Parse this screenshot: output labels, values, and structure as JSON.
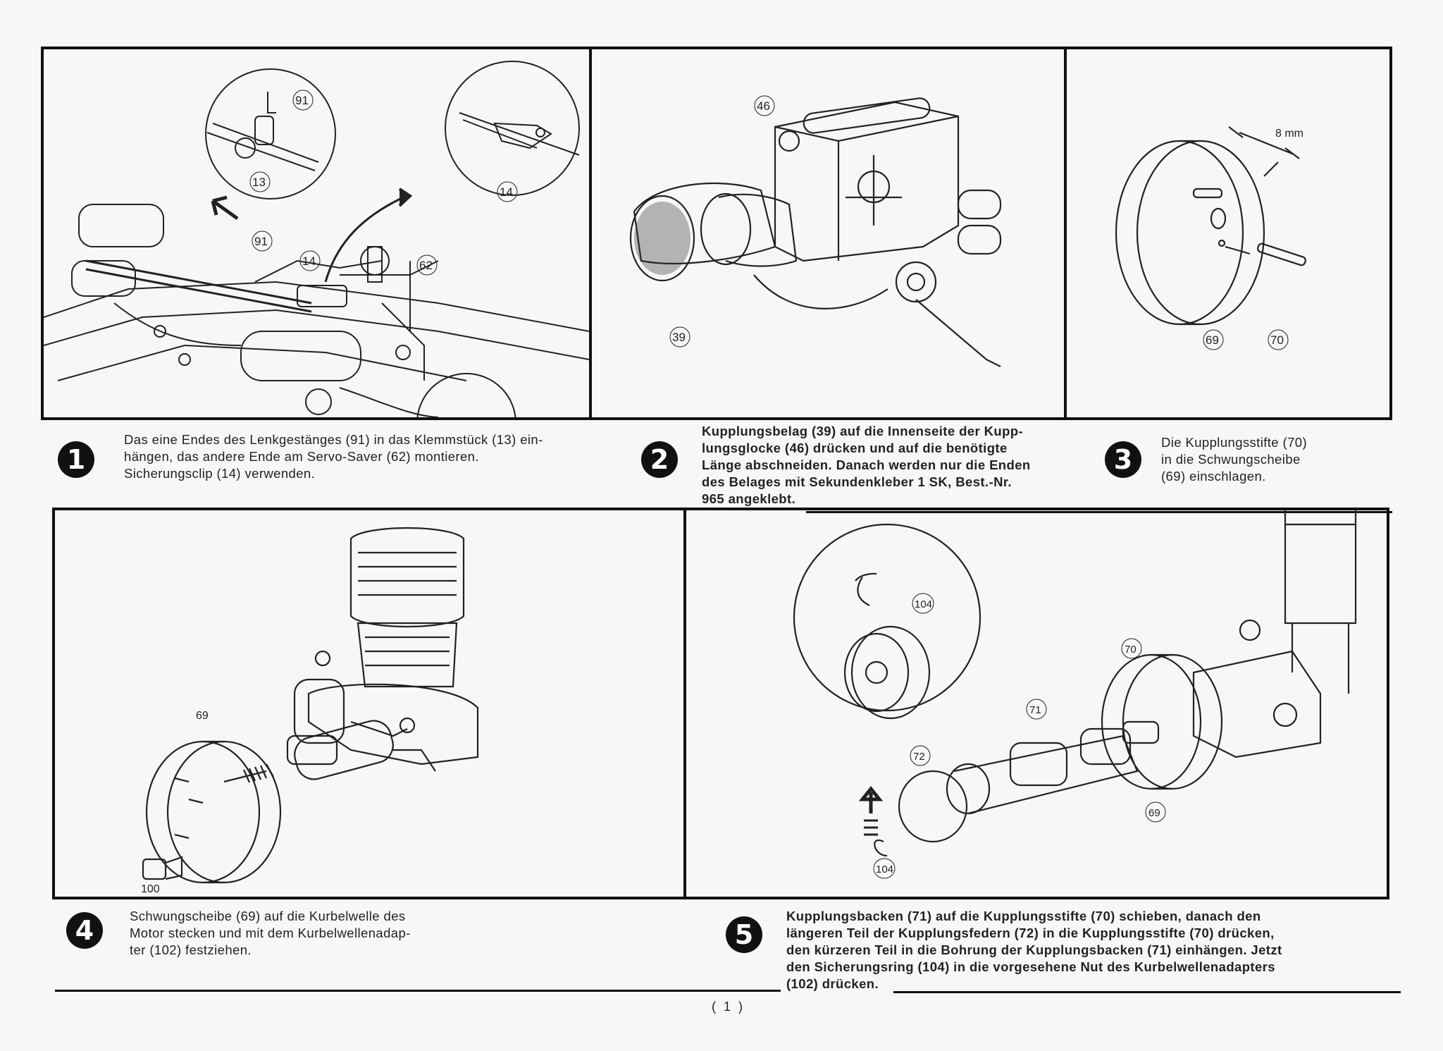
{
  "steps": [
    {
      "number": "1",
      "text": "Das eine Endes des Lenkgestänges (91) in das Klemmstück (13) ein-\nhängen, das andere Ende am Servo-Saver (62) montieren.\nSicherungsclip (14) verwenden.",
      "part_labels": [
        "91",
        "13",
        "14",
        "91",
        "14",
        "62"
      ]
    },
    {
      "number": "2",
      "text": "Kupplungsbelag (39) auf die Innenseite der Kupp-\nlungsglocke (46) drücken und auf die benötigte\nLänge abschneiden. Danach werden nur die Enden\ndes Belages mit Sekundenkleber 1 SK, Best.-Nr.\n965 angeklebt.",
      "part_labels": [
        "46",
        "39"
      ]
    },
    {
      "number": "3",
      "text": "Die Kupplungsstifte (70)\nin die Schwungscheibe\n(69) einschlagen.",
      "part_labels": [
        "69",
        "70"
      ],
      "dimension": "8 mm"
    },
    {
      "number": "4",
      "text": "Schwungscheibe (69) auf die Kurbelwelle des\nMotor stecken und mit dem Kurbelwellenadap-\nter (102) festziehen.",
      "part_labels": [
        "69",
        "100"
      ]
    },
    {
      "number": "5",
      "text": "Kupplungsbacken (71) auf die Kupplungsstifte (70) schieben, danach den\nlängeren Teil der Kupplungsfedern (72) in die Kupplungsstifte (70) drücken,\nden kürzeren Teil in die Bohrung der Kupplungsbacken (71) einhängen. Jetzt\nden Sicherungsring (104) in die vorgesehene Nut des Kurbelwellenadapters\n(102) drücken.",
      "part_labels": [
        "104",
        "70",
        "71",
        "72",
        "69",
        "104"
      ]
    }
  ],
  "page_number": "( 1 )"
}
